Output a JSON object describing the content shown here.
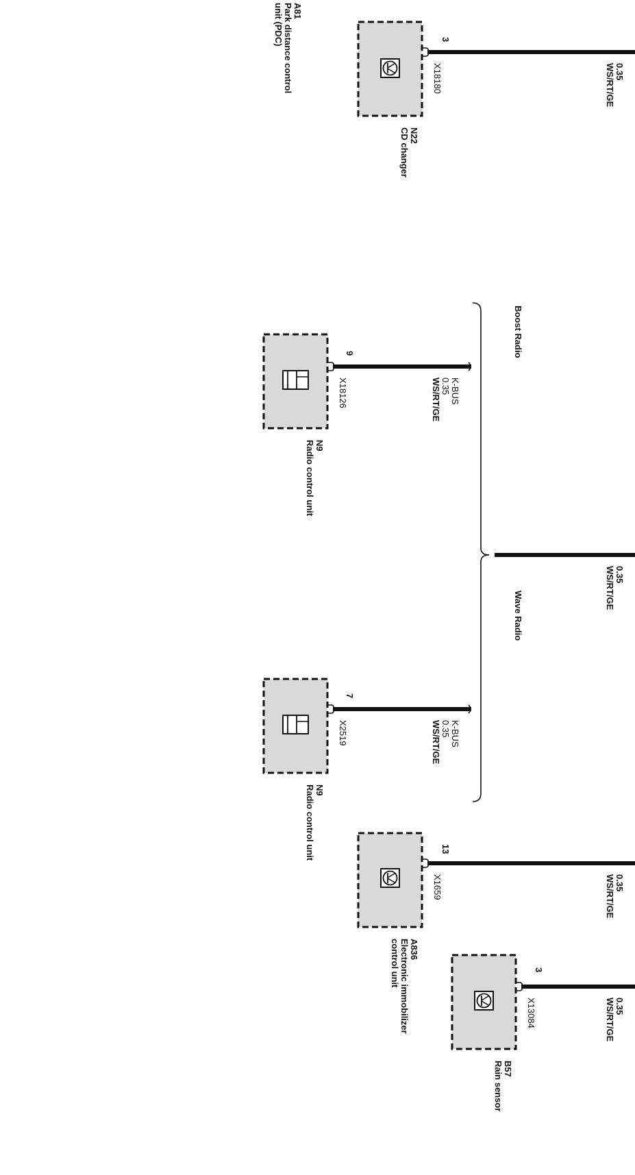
{
  "components": {
    "pdc": {
      "id": "A81",
      "name_line1": "Park distance control",
      "name_line2": "unit (PDC)"
    },
    "cd_changer": {
      "id": "N22",
      "name": "CD changer",
      "pin": "3",
      "connector": "X18180",
      "wire_size": "0.35",
      "wire_color": "WS/RT/GE"
    },
    "radio_boost": {
      "id": "N9",
      "name": "Radio control unit",
      "pin": "9",
      "connector": "X18126",
      "bus": "K-BUS",
      "wire_size": "0.35",
      "wire_color": "WS/RT/GE"
    },
    "radio_wave": {
      "id": "N9",
      "name": "Radio control unit",
      "pin": "7",
      "connector": "X2519",
      "bus": "K-BUS",
      "wire_size": "0.35",
      "wire_color": "WS/RT/GE"
    },
    "immobilizer": {
      "id": "A836",
      "name_line1": "Electronic immobilizer",
      "name_line2": "control unit",
      "pin": "13",
      "connector": "X1659",
      "wire_size": "0.35",
      "wire_color": "WS/RT/GE"
    },
    "rain_sensor": {
      "id": "B57",
      "name": "Rain sensor",
      "pin": "3",
      "connector": "X13084",
      "wire_size": "0.35",
      "wire_color": "WS/RT/GE"
    }
  },
  "trunk": {
    "wire_size": "0.35",
    "wire_color": "WS/RT/GE"
  },
  "options": {
    "boost": "Boost Radio",
    "wave": "Wave Radio"
  }
}
